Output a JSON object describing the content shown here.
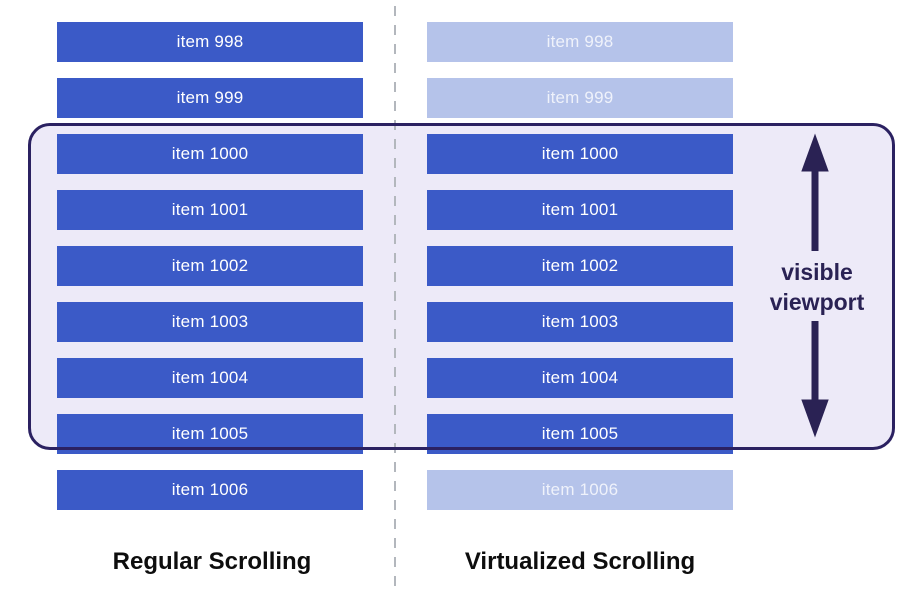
{
  "diagram": {
    "left_column": {
      "title": "Regular Scrolling",
      "items": [
        {
          "label": "item 998",
          "state": "solid"
        },
        {
          "label": "item 999",
          "state": "solid"
        },
        {
          "label": "item 1000",
          "state": "solid"
        },
        {
          "label": "item 1001",
          "state": "solid"
        },
        {
          "label": "item 1002",
          "state": "solid"
        },
        {
          "label": "item 1003",
          "state": "solid"
        },
        {
          "label": "item 1004",
          "state": "solid"
        },
        {
          "label": "item 1005",
          "state": "solid"
        },
        {
          "label": "item 1006",
          "state": "solid"
        }
      ]
    },
    "right_column": {
      "title": "Virtualized Scrolling",
      "items": [
        {
          "label": "item 998",
          "state": "faded"
        },
        {
          "label": "item 999",
          "state": "faded"
        },
        {
          "label": "item 1000",
          "state": "solid"
        },
        {
          "label": "item 1001",
          "state": "solid"
        },
        {
          "label": "item 1002",
          "state": "solid"
        },
        {
          "label": "item 1003",
          "state": "solid"
        },
        {
          "label": "item 1004",
          "state": "solid"
        },
        {
          "label": "item 1005",
          "state": "solid"
        },
        {
          "label": "item 1006",
          "state": "faded"
        }
      ]
    },
    "viewport": {
      "label": "visible viewport"
    },
    "colors": {
      "solid_blue": "#3b5ac7",
      "faded_blue": "#b5c3ea",
      "viewport_fill": "#edeaf8",
      "viewport_border": "#2b2161",
      "arrow_color": "#2a2254",
      "dashed_line": "#b3b7bd"
    }
  }
}
